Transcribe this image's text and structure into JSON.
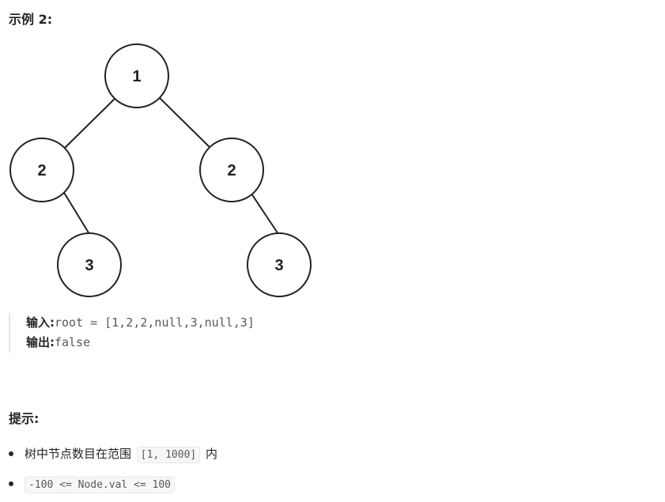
{
  "example": {
    "heading": "示例 2:"
  },
  "tree": {
    "nodes": [
      "1",
      "2",
      "2",
      "3",
      "3"
    ]
  },
  "io": {
    "input_label": "输入:",
    "input_value": "root = [1,2,2,null,3,null,3]",
    "output_label": "输出:",
    "output_value": "false"
  },
  "hints": {
    "heading": "提示:",
    "items": [
      {
        "before": "树中节点数目在范围",
        "code": "[1, 1000]",
        "after": "内"
      },
      {
        "before": "",
        "code": "-100 <= Node.val <= 100",
        "after": ""
      }
    ]
  }
}
